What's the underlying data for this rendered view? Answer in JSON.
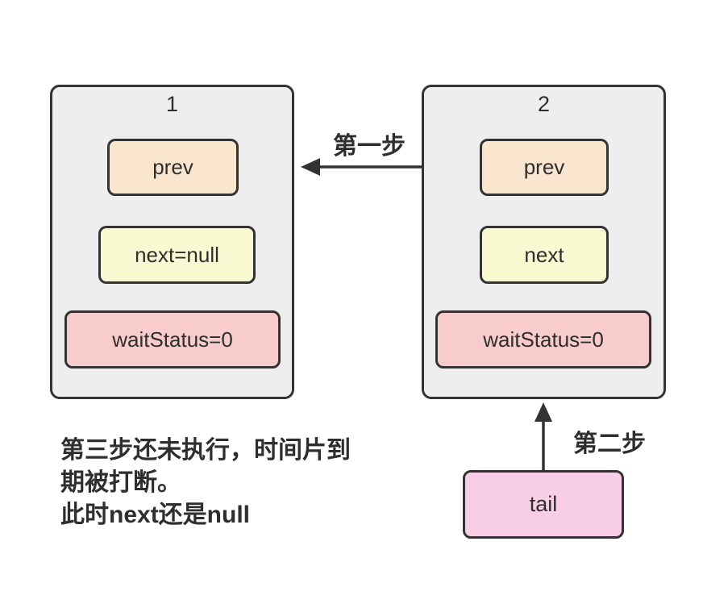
{
  "colors": {
    "line": "#333333",
    "text": "#2e2e2e",
    "node_bg": "#eeeeee",
    "prev_bg": "#fae6cf",
    "next_bg": "#fafad2",
    "wait_bg": "#f8cccc",
    "tail_bg": "#f8cee7"
  },
  "node1": {
    "title": "1",
    "prev": "prev",
    "next": "next=null",
    "wait": "waitStatus=0"
  },
  "node2": {
    "title": "2",
    "prev": "prev",
    "next": "next",
    "wait": "waitStatus=0"
  },
  "tail": {
    "label": "tail"
  },
  "arrows": {
    "step1": "第一步",
    "step2": "第二步"
  },
  "note": [
    "第三步还未执行，时间片到",
    "期被打断。",
    "此时next还是null"
  ]
}
